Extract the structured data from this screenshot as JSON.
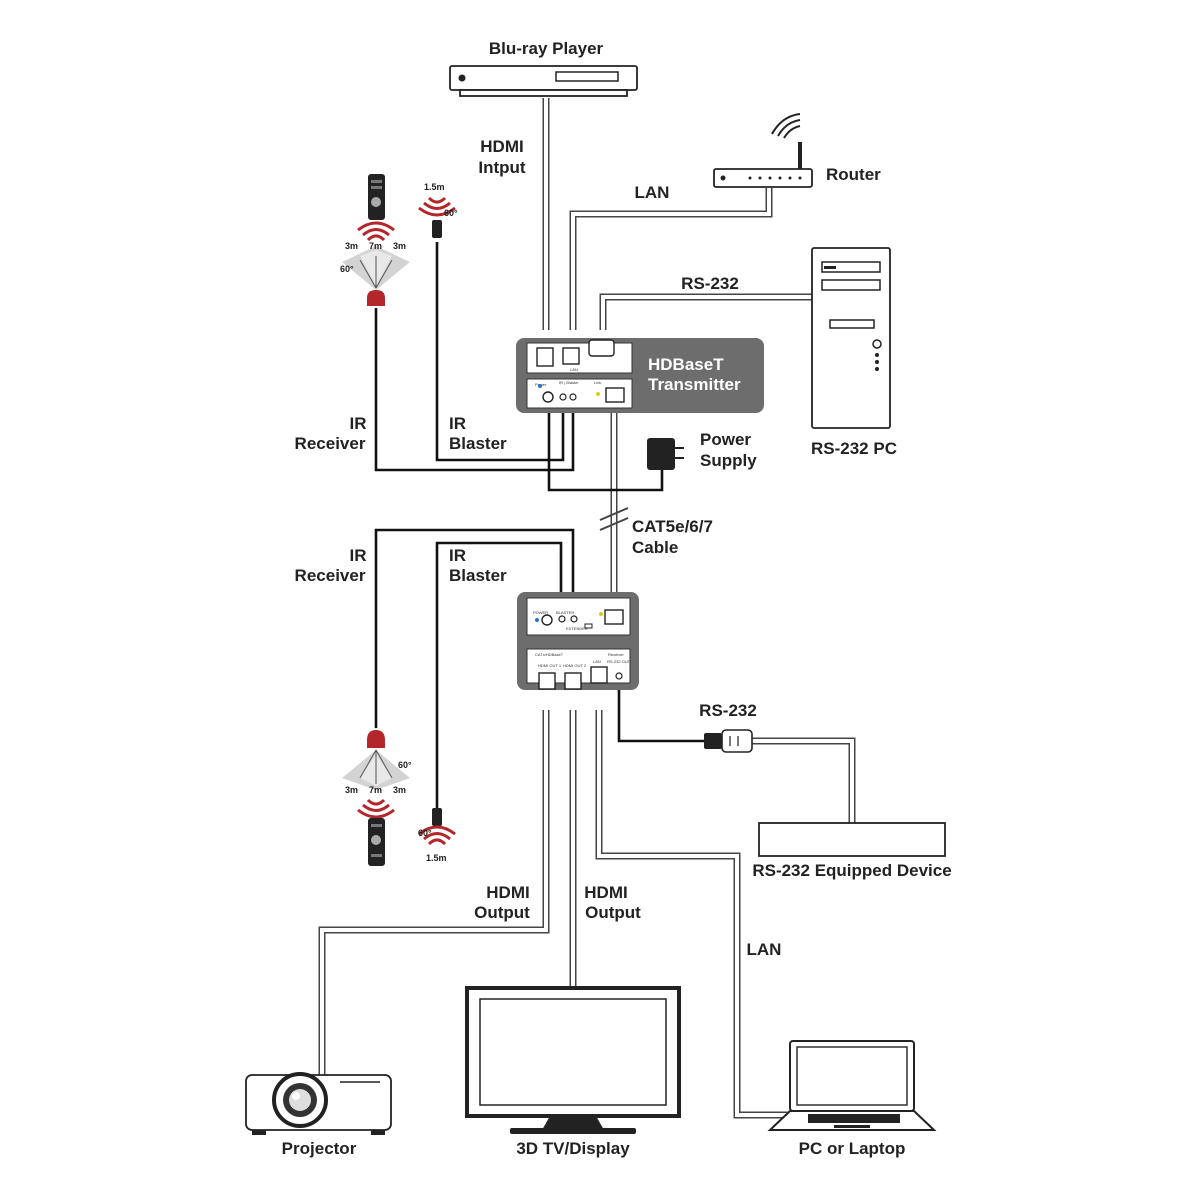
{
  "devices": {
    "bluray": "Blu-ray Player",
    "router": "Router",
    "rs232_pc": "RS-232 PC",
    "transmitter_line1": "HDBaseT",
    "transmitter_line2": "Transmitter",
    "power_supply_line1": "Power",
    "power_supply_line2": "Supply",
    "rs232_device": "RS-232 Equipped Device",
    "projector": "Projector",
    "tv": "3D TV/Display",
    "laptop": "PC or Laptop"
  },
  "cables": {
    "hdmi_input_line1": "HDMI",
    "hdmi_input_line2": "Intput",
    "lan_top": "LAN",
    "rs232_top": "RS-232",
    "cat_line1": "CAT5e/6/7",
    "cat_line2": "Cable",
    "rs232_bottom": "RS-232",
    "hdmi_out1_line1": "HDMI",
    "hdmi_out1_line2": "Output",
    "hdmi_out2_line1": "HDMI",
    "hdmi_out2_line2": "Output",
    "lan_bottom": "LAN"
  },
  "ir": {
    "top_receiver_line1": "IR",
    "top_receiver_line2": "Receiver",
    "top_blaster_line1": "IR",
    "top_blaster_line2": "Blaster",
    "bottom_receiver_line1": "IR",
    "bottom_receiver_line2": "Receiver",
    "bottom_blaster_line1": "IR",
    "bottom_blaster_line2": "Blaster",
    "range_side": "3m",
    "range_center": "7m",
    "angle_receiver": "60°",
    "blaster_range": "1.5m",
    "angle_blaster": "60°"
  },
  "colors": {
    "device_box": "#6d6d6d",
    "ir_red": "#b3262a",
    "cable_outline": "#444444"
  }
}
